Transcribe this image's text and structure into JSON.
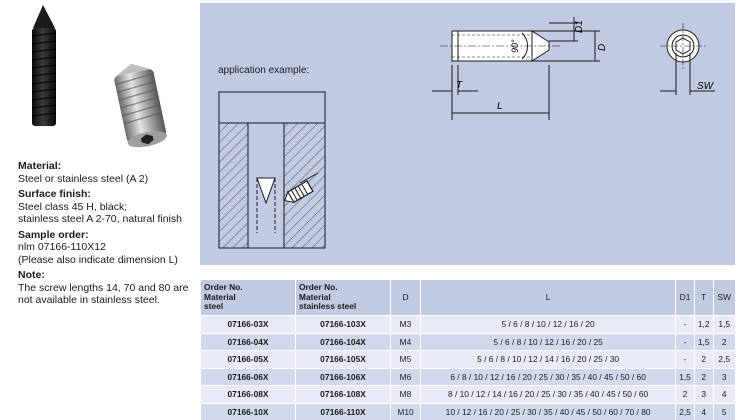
{
  "specs": [
    {
      "heading": "Material:",
      "lines": [
        "Steel or stainless steel (A 2)"
      ]
    },
    {
      "heading": "Surface finish:",
      "lines": [
        "Steel class 45 H, black;",
        "stainless steel A 2-70, natural finish"
      ]
    },
    {
      "heading": "Sample order:",
      "lines": [
        "nlm 07166-110X12",
        "(Please also indicate dimension L)"
      ]
    },
    {
      "heading": "Note:",
      "lines": [
        "The screw lengths 14, 70 and 80 are",
        "not available in stainless steel."
      ]
    }
  ],
  "drawing": {
    "application_label": "application example:",
    "dim_D1": "D1",
    "dim_D": "D",
    "dim_T": "T",
    "dim_L": "L",
    "dim_SW": "SW",
    "angle": "90°"
  },
  "table": {
    "headers": {
      "order_steel": [
        "Order No.",
        "Material",
        "steel"
      ],
      "order_stainless": [
        "Order No.",
        "Material",
        "stainless steel"
      ],
      "D": "D",
      "L": "L",
      "D1": "D1",
      "T": "T",
      "SW": "SW"
    },
    "rows": [
      {
        "steel": "07166-03X",
        "stainless": "07166-103X",
        "D": "M3",
        "L": "5 / 6 / 8 / 10 / 12 / 16 / 20",
        "D1": "-",
        "T": "1,2",
        "SW": "1,5"
      },
      {
        "steel": "07166-04X",
        "stainless": "07166-104X",
        "D": "M4",
        "L": "5 / 6 / 8 / 10 / 12 / 16 / 20 / 25",
        "D1": "-",
        "T": "1,5",
        "SW": "2"
      },
      {
        "steel": "07166-05X",
        "stainless": "07166-105X",
        "D": "M5",
        "L": "5 / 6 / 8 / 10 / 12 / 14 / 16 / 20 / 25 / 30",
        "D1": "-",
        "T": "2",
        "SW": "2,5"
      },
      {
        "steel": "07166-06X",
        "stainless": "07166-106X",
        "D": "M6",
        "L": "6 / 8 / 10 / 12 / 16 / 20 / 25 / 30 / 35 / 40 / 45 / 50 / 60",
        "D1": "1,5",
        "T": "2",
        "SW": "3"
      },
      {
        "steel": "07166-08X",
        "stainless": "07166-108X",
        "D": "M8",
        "L": "8 / 10 / 12 / 14 / 16 / 20 / 25 / 30 / 35 / 40 / 45 / 50 / 60",
        "D1": "2",
        "T": "3",
        "SW": "4"
      },
      {
        "steel": "07166-10X",
        "stainless": "07166-110X",
        "D": "M10",
        "L": "10 / 12 / 16 / 20 / 25 / 30 / 35 / 40 / 45 / 50 / 60 / 70 / 80",
        "D1": "2,5",
        "T": "4",
        "SW": "5"
      }
    ]
  }
}
